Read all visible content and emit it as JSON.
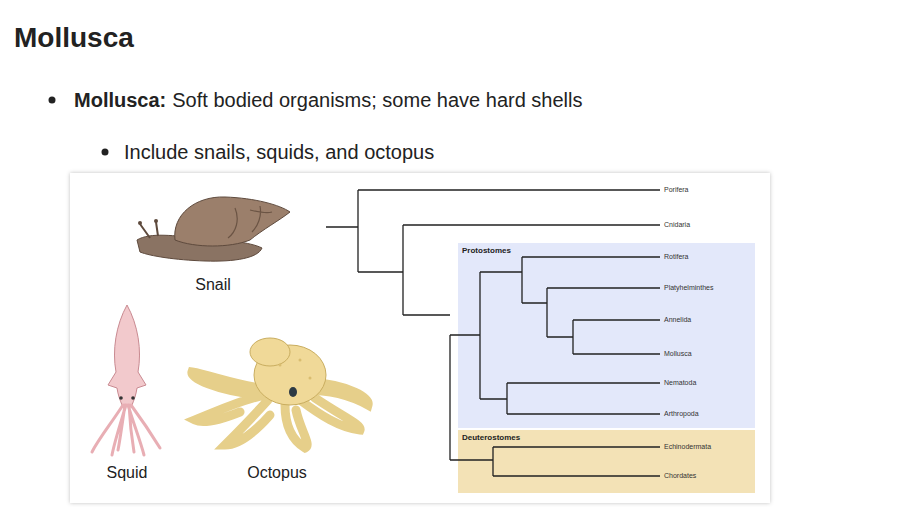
{
  "diagram": {
    "title": "Mollusca",
    "nodes": [
      {
        "text": [
          "Protostomes"
        ]
      },
      {
        "text": [
          "Deuterostomes"
        ]
      }
    ],
    "labels": [
      "Mollusca:",
      "Soft bodied organisms; some have hard shells",
      "Include snails, squids, and octopus",
      "Snail",
      "Squid",
      "Octopus",
      "Porifera",
      "Cnidaria",
      "Rotifera",
      "Platyhelminthes",
      "Annelida",
      "Mollusca",
      "Nematoda",
      "Arthropoda",
      "Echinodermata",
      "Chordates"
    ]
  }
}
